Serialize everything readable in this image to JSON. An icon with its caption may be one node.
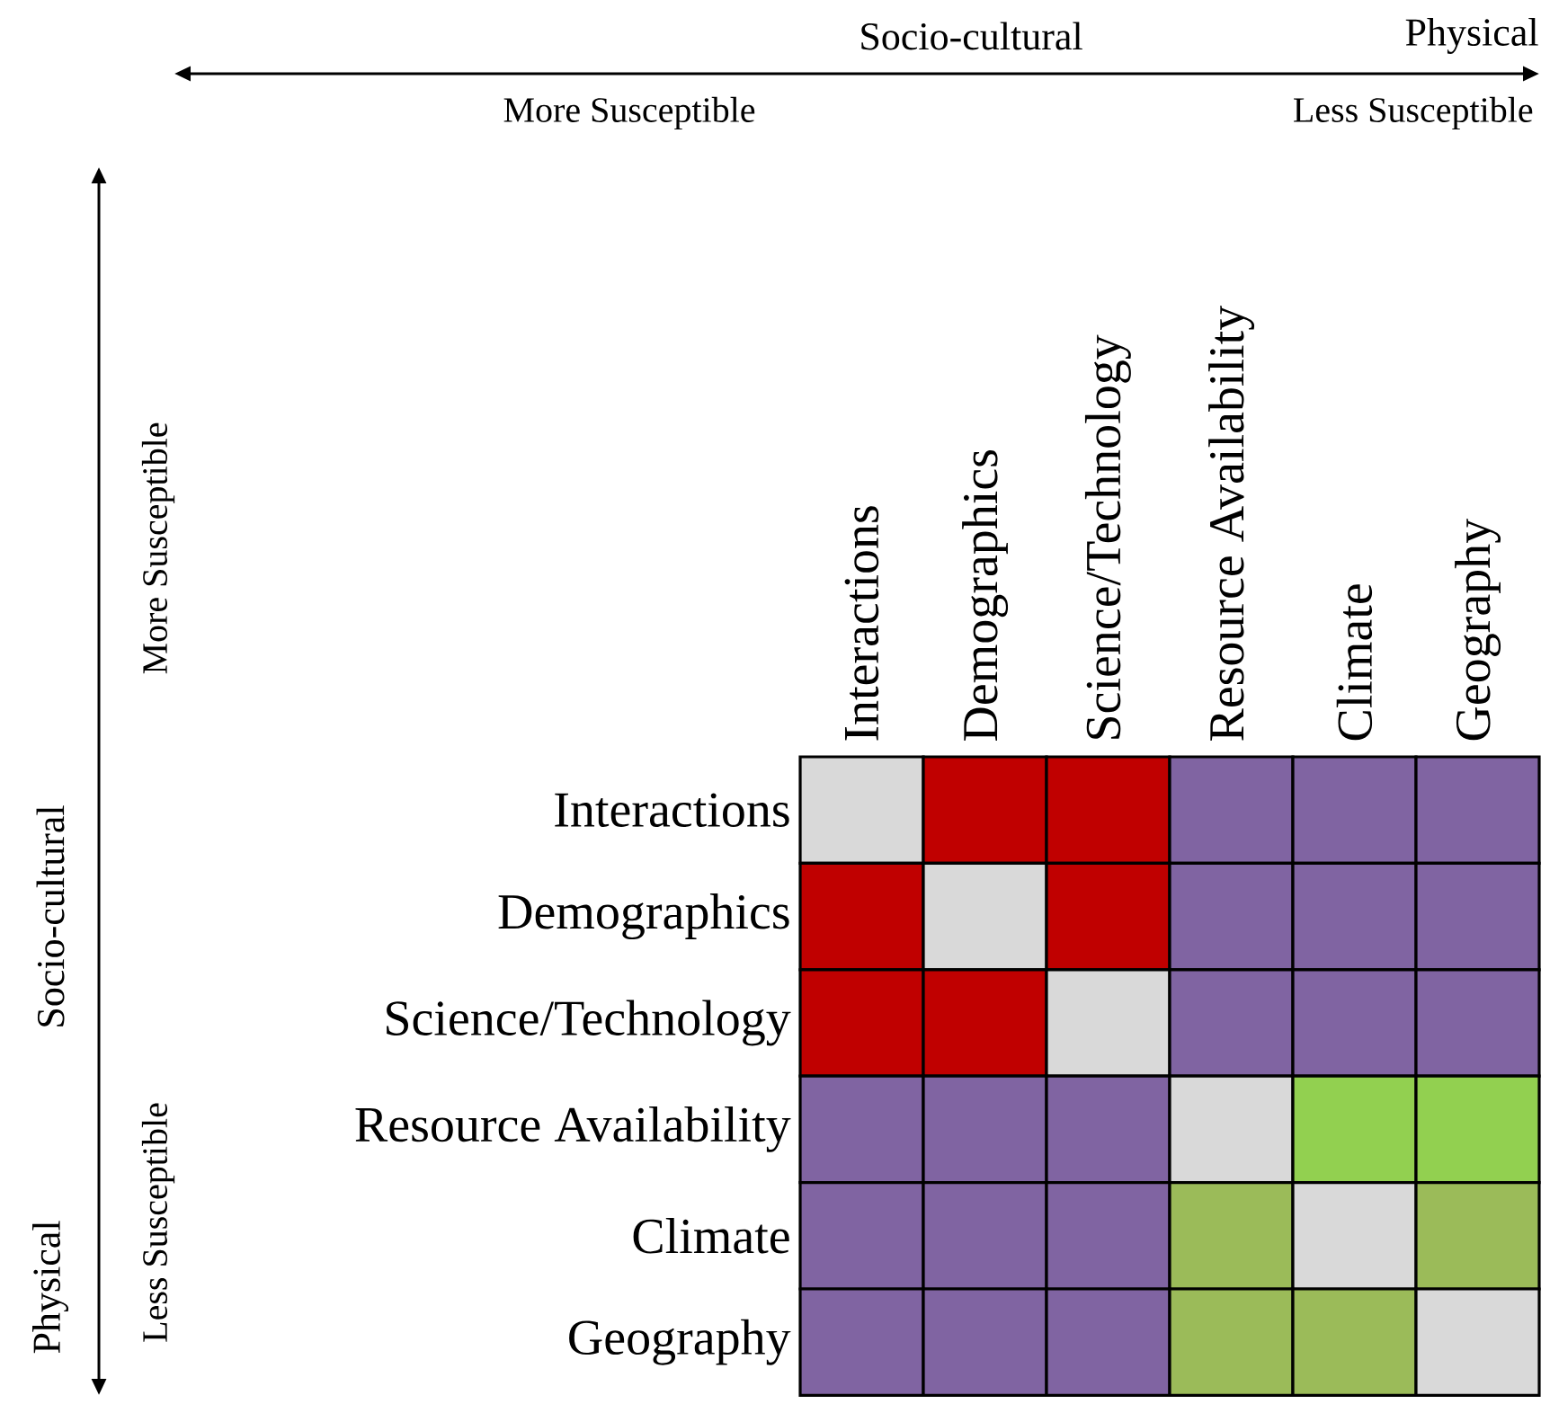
{
  "diagram": {
    "labels": [
      "Socio-cultural",
      "Physical",
      "More Susceptible",
      "Less Susceptible",
      "More Susceptible",
      "Interactions",
      "Demographics",
      "Science/Technology",
      "Resource Availability",
      "Climate",
      "Geography",
      "Socio-cultural",
      "Interactions",
      "Demographics",
      "Science/Technology",
      "Resource Availability",
      "Climate",
      "Geography",
      "Less Susceptible",
      "Physical"
    ]
  }
}
